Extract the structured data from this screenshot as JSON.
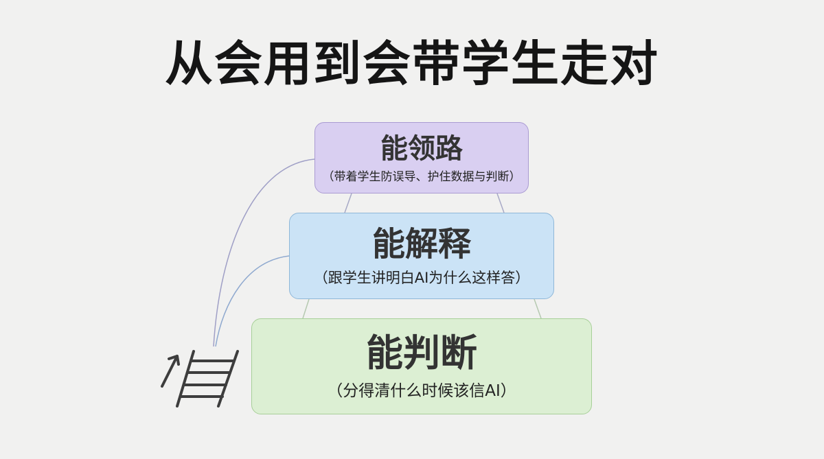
{
  "title": "从会用到会带学生走对",
  "tiers": [
    {
      "name": "能领路",
      "desc": "（带着学生防误导、护住数据与判断）",
      "color": "#d9cff1"
    },
    {
      "name": "能解释",
      "desc": "（跟学生讲明白AI为什么这样答）",
      "color": "#cbe3f6"
    },
    {
      "name": "能判断",
      "desc": "（分得清什么时候该信AI）",
      "color": "#dcefd3"
    }
  ],
  "icons": [
    "up-arrow-icon",
    "ladder-icon"
  ],
  "colors": {
    "background": "#f1f1f0",
    "connector": "#9f9fc6"
  }
}
